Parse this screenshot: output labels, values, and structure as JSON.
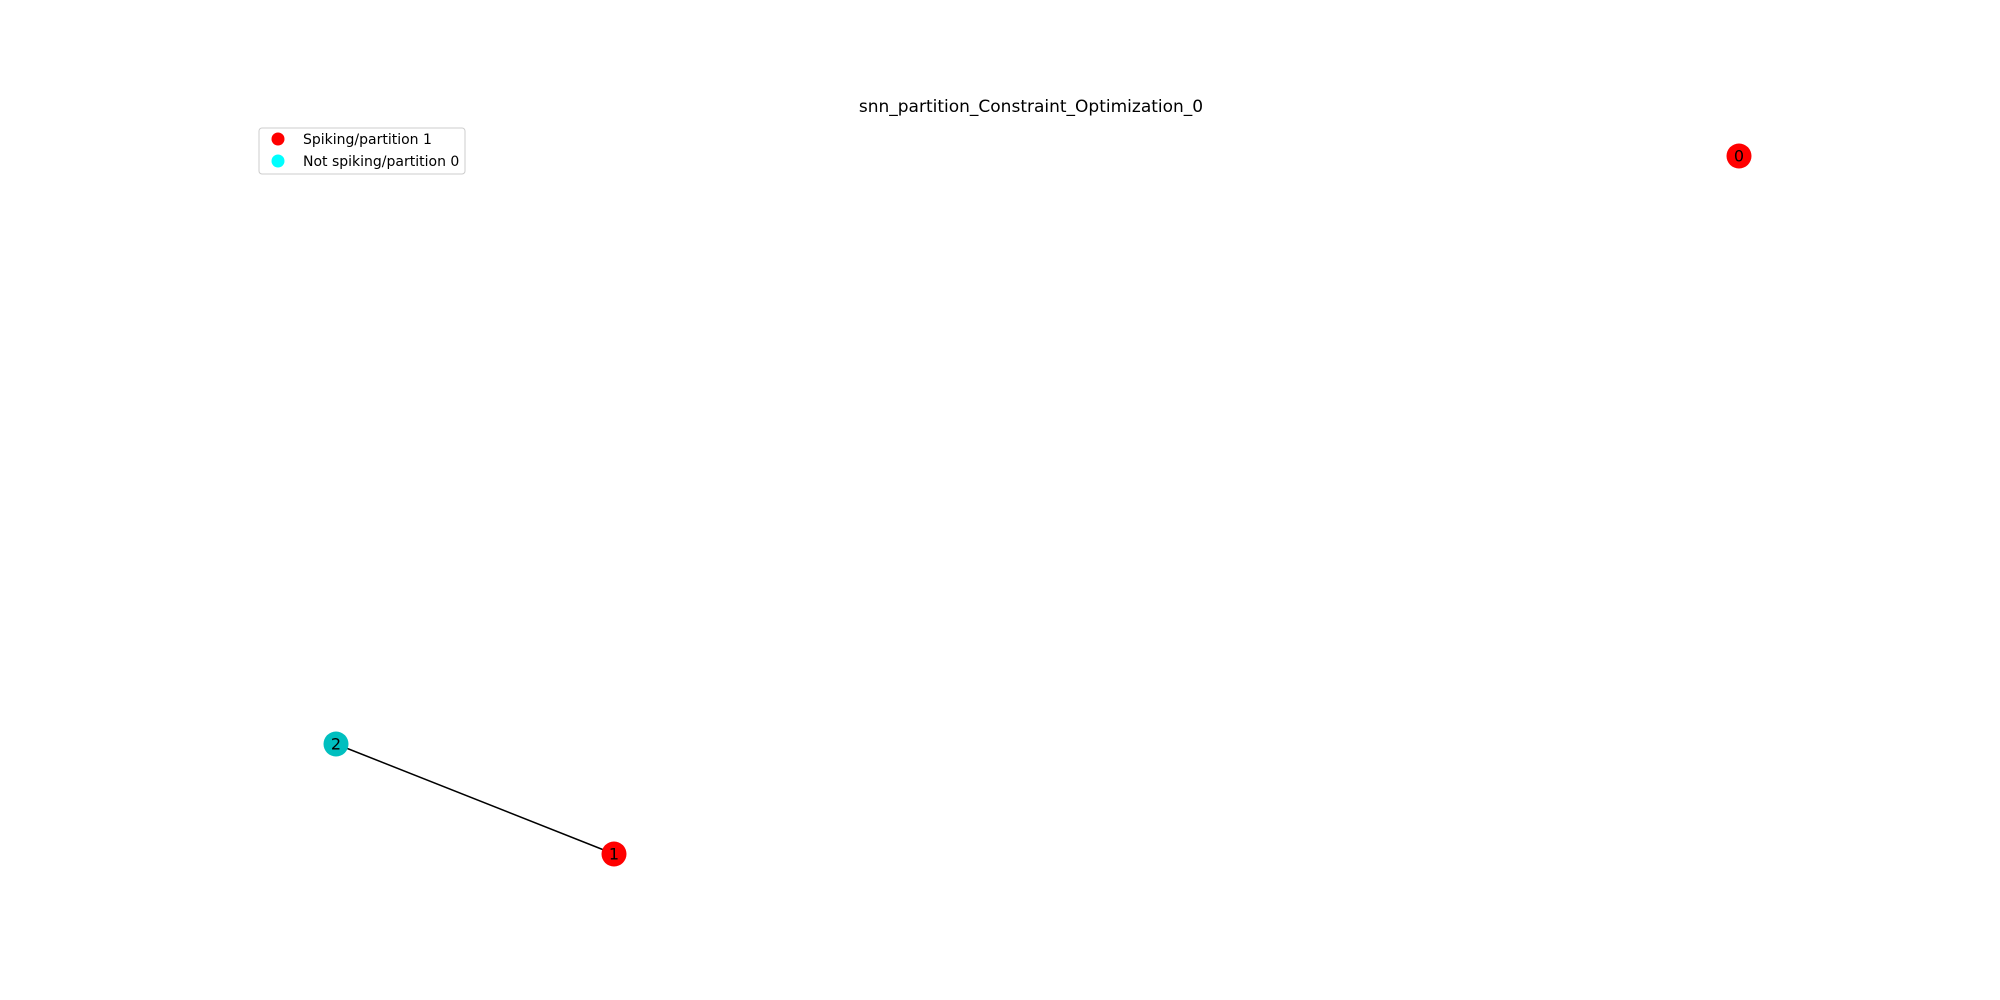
{
  "title": "snn_partition_Constraint_Optimization_0",
  "colors": {
    "spiking": "#ff0000",
    "not_spiking": "#00ffff",
    "partition_0_node": "#00bfbf",
    "edge": "#000000",
    "legend_border": "#cccccc"
  },
  "legend": {
    "placement": "upper-left",
    "entries": [
      {
        "label": "Spiking/partition 1",
        "color": "#ff0000"
      },
      {
        "label": "Not spiking/partition 0",
        "color": "#00ffff"
      }
    ]
  },
  "graph": {
    "nodes": [
      {
        "id": "0",
        "partition": 1,
        "spiking": true
      },
      {
        "id": "1",
        "partition": 1,
        "spiking": true
      },
      {
        "id": "2",
        "partition": 0,
        "spiking": false
      }
    ],
    "edges": [
      {
        "source": "2",
        "target": "1"
      }
    ]
  }
}
